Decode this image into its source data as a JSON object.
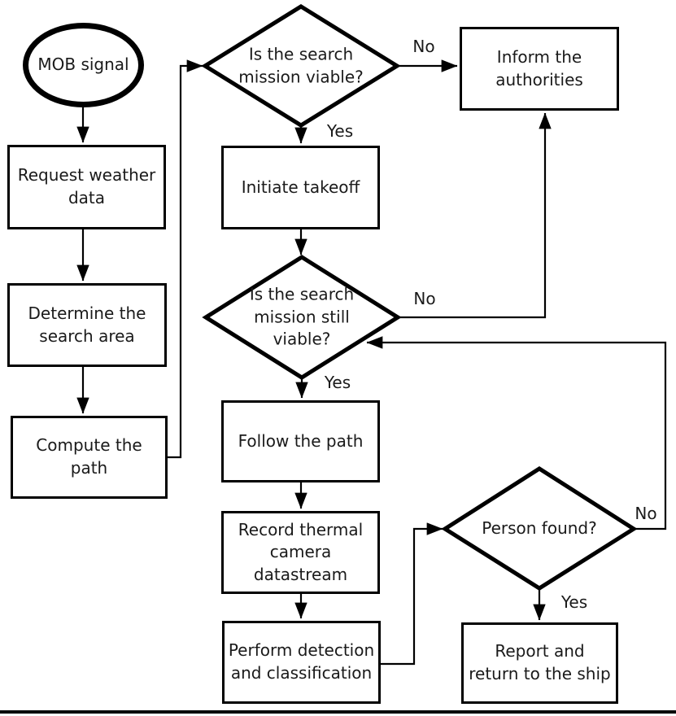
{
  "meta": {
    "background_color": "#ffffff",
    "stroke_color": "#000000",
    "text_color": "#1a1a1a"
  },
  "nodes": {
    "start": {
      "type": "terminator",
      "label": "MOB signal"
    },
    "request_weather": {
      "type": "process",
      "label": "Request weather\ndata"
    },
    "determine_area": {
      "type": "process",
      "label": "Determine the\nsearch area"
    },
    "compute_path": {
      "type": "process",
      "label": "Compute the\npath"
    },
    "mission_viable": {
      "type": "decision",
      "label": "Is the search\nmission viable?"
    },
    "initiate_takeoff": {
      "type": "process",
      "label": "Initiate takeoff"
    },
    "mission_still_viable": {
      "type": "decision",
      "label": "Is the search\nmission still\nviable?"
    },
    "follow_path": {
      "type": "process",
      "label": "Follow the path"
    },
    "record_thermal": {
      "type": "process",
      "label": "Record thermal\ncamera\ndatastream"
    },
    "perform_detection": {
      "type": "process",
      "label": "Perform detection\nand classification"
    },
    "person_found": {
      "type": "decision",
      "label": "Person found?"
    },
    "inform_authorities": {
      "type": "process",
      "label": "Inform the\nauthorities"
    },
    "report_return": {
      "type": "process",
      "label": "Report and\nreturn to the ship"
    }
  },
  "edge_labels": {
    "mission_viable_no": "No",
    "mission_viable_yes": "Yes",
    "still_viable_no": "No",
    "still_viable_yes": "Yes",
    "person_found_no": "No",
    "person_found_yes": "Yes"
  }
}
